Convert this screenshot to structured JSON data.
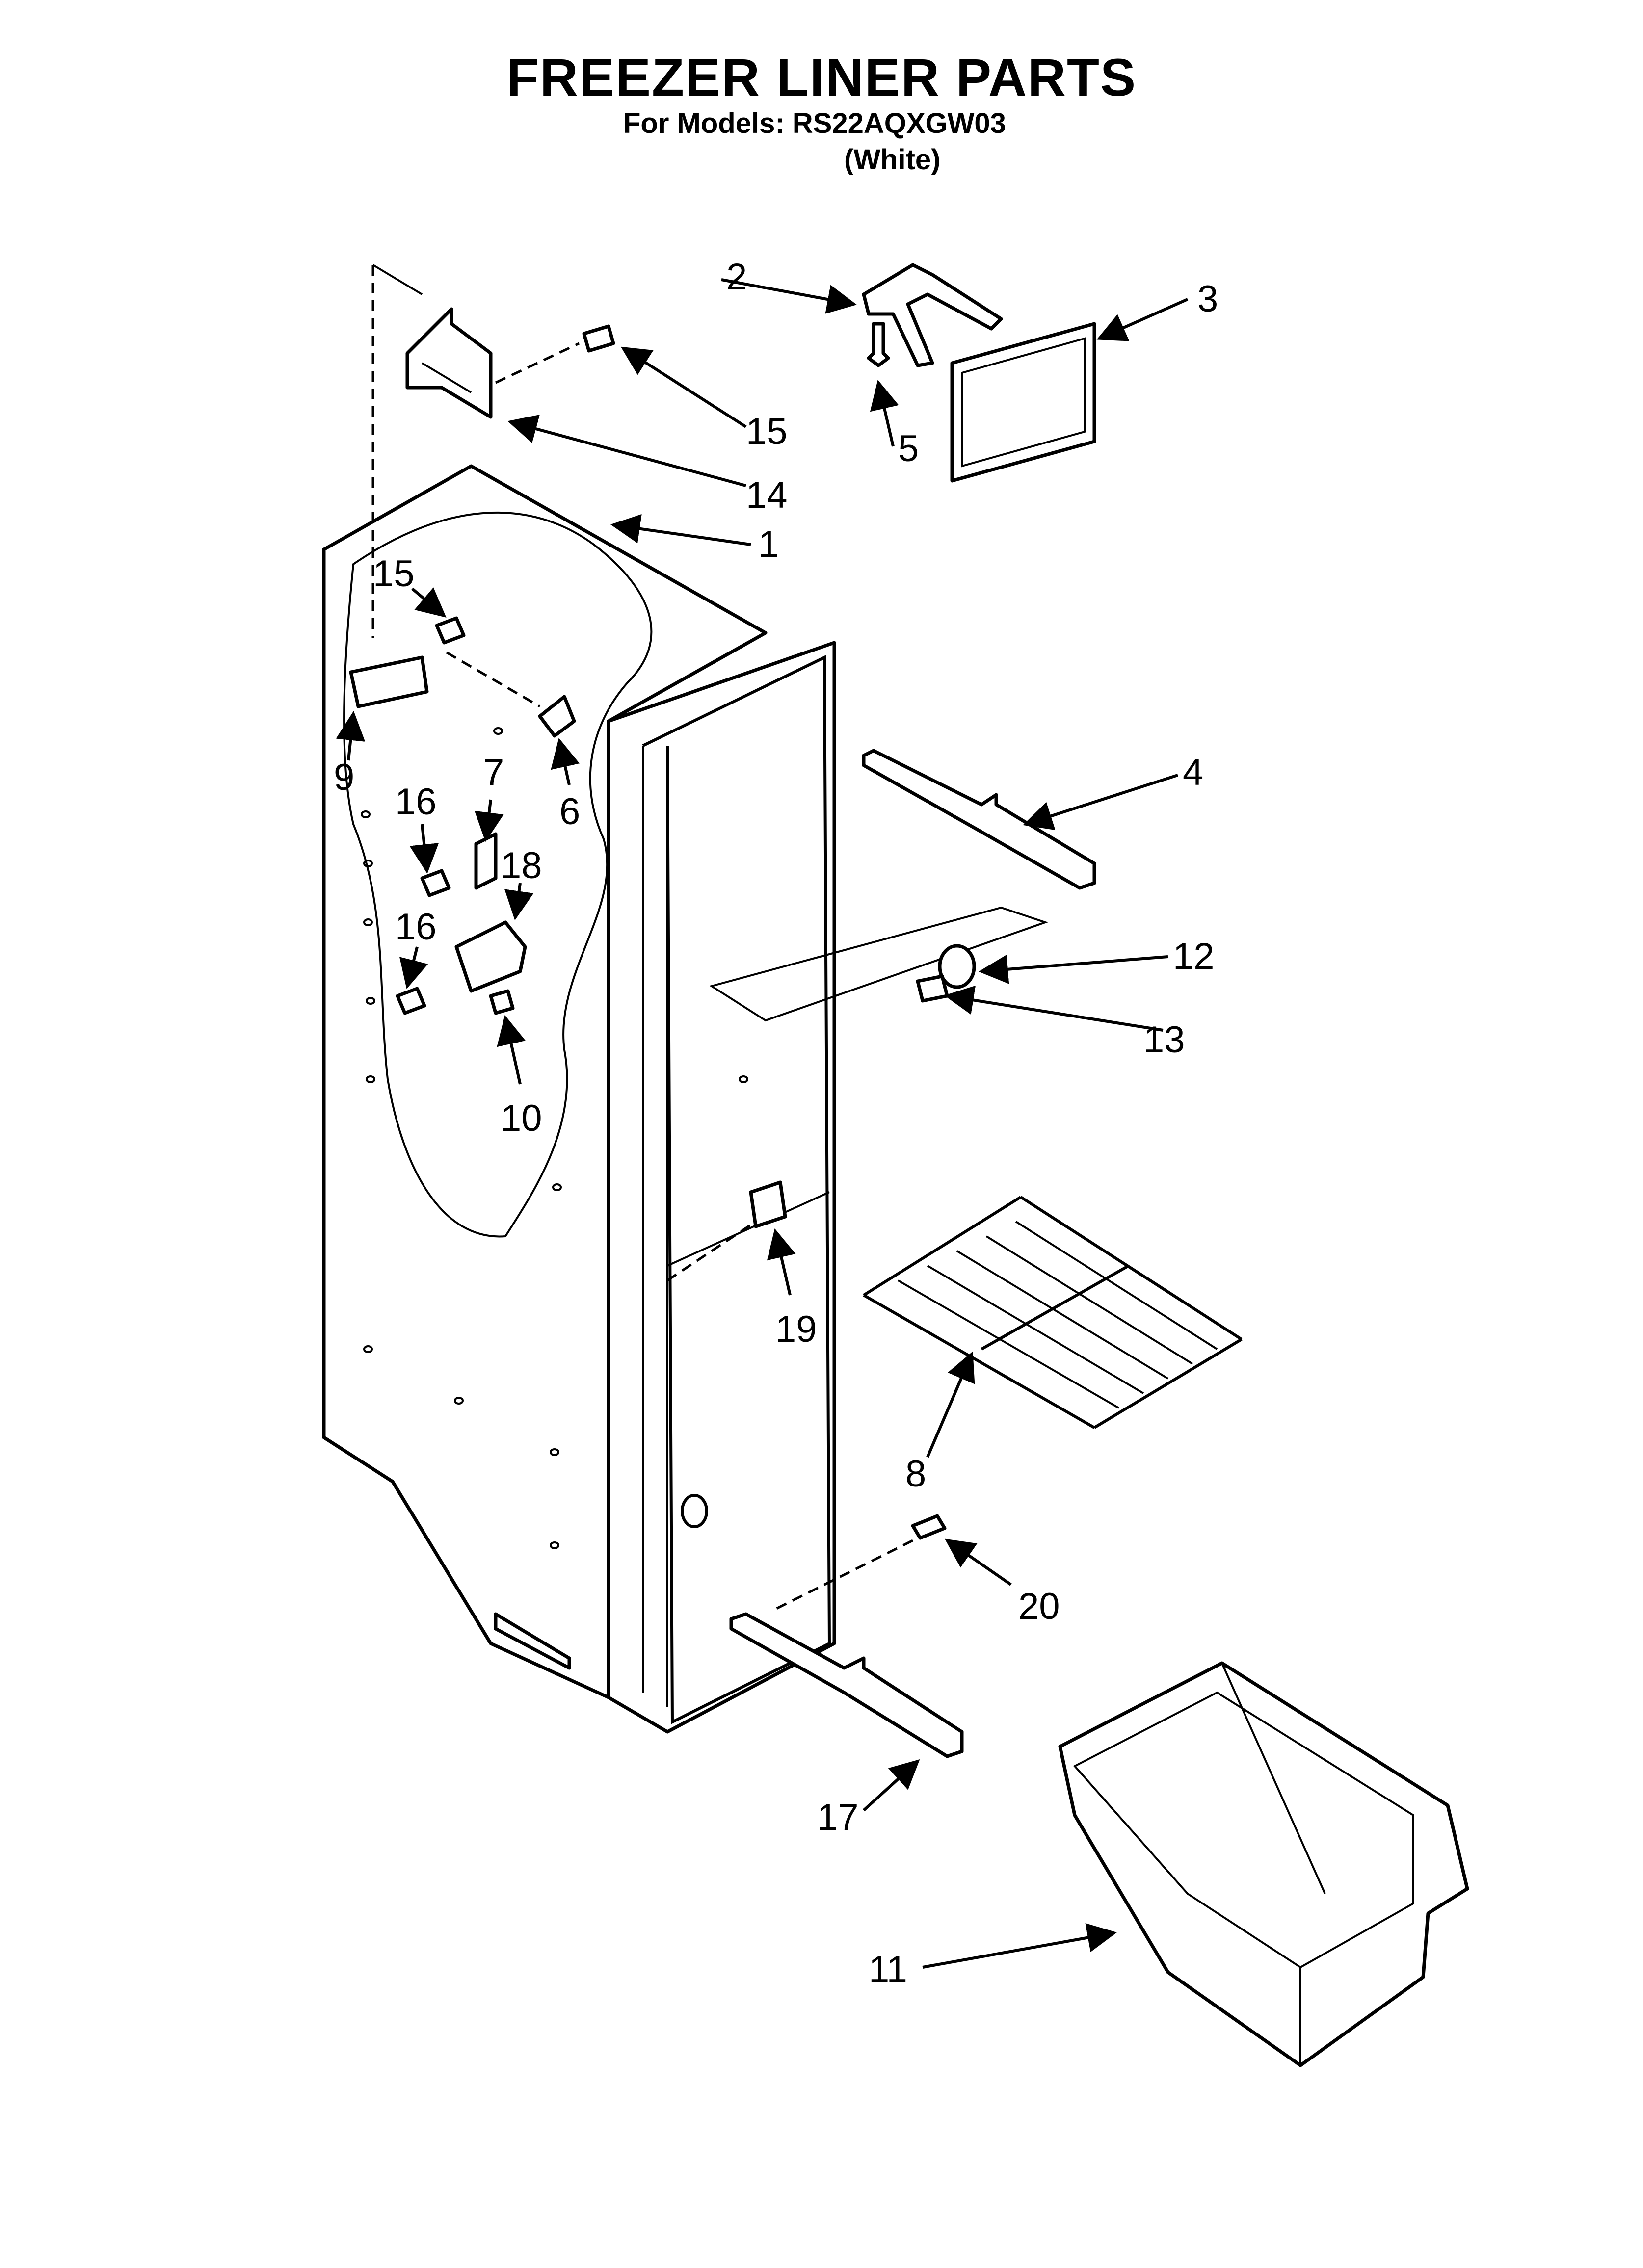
{
  "header": {
    "title": "FREEZER LINER PARTS",
    "subtitle": "For Models: RS22AQXGW03",
    "variant": "(White)"
  },
  "callouts": {
    "c1": "1",
    "c2": "2",
    "c3": "3",
    "c4": "4",
    "c5": "5",
    "c6": "6",
    "c7": "7",
    "c8": "8",
    "c9": "9",
    "c10": "10",
    "c11": "11",
    "c12": "12",
    "c13": "13",
    "c14": "14",
    "c15a": "15",
    "c15b": "15",
    "c16a": "16",
    "c16b": "16",
    "c17": "17",
    "c18": "18",
    "c19": "19",
    "c20": "20"
  }
}
